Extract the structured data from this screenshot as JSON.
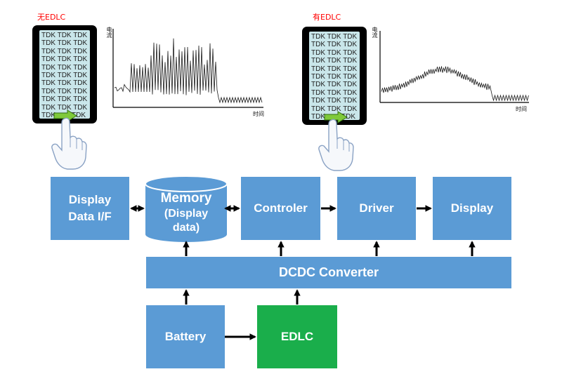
{
  "top": {
    "left": {
      "caption": "无EDLC",
      "screen_text": "TDK TDK TDK",
      "screen_last_text": "TDK",
      "y_label": "电流",
      "x_label": "时间"
    },
    "right": {
      "caption": "有EDLC",
      "screen_text": "TDK TDK TDK",
      "screen_last_text": "TDK",
      "y_label": "电流",
      "x_label": "时间"
    }
  },
  "blocks": {
    "display_if_line1": "Display",
    "display_if_line2": "Data I/F",
    "memory_line1": "Memory",
    "memory_line2": "(Display",
    "memory_line3": "data)",
    "controller": "Controler",
    "driver": "Driver",
    "display": "Display",
    "dcdc": "DCDC Converter",
    "battery": "Battery",
    "edlc": "EDLC"
  },
  "colors": {
    "block_blue": "#5b9bd5",
    "edlc_green": "#1aae4b",
    "caption_red": "#ff0000",
    "screen_bg": "#c9e6ea"
  },
  "icons": [
    "pointing-hand-icon",
    "green-arrow-icon"
  ]
}
